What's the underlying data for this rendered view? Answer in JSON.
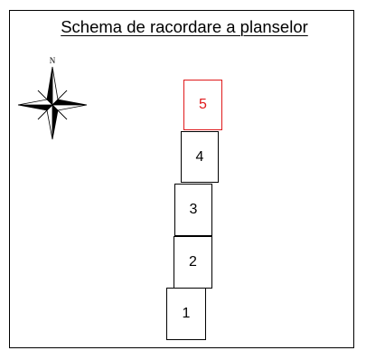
{
  "title": "Schema de racordare a planselor",
  "compass": {
    "north_label": "N",
    "icon": "compass-rose-icon"
  },
  "sheets": [
    {
      "number": "1",
      "highlighted": false
    },
    {
      "number": "2",
      "highlighted": false
    },
    {
      "number": "3",
      "highlighted": false
    },
    {
      "number": "4",
      "highlighted": false
    },
    {
      "number": "5",
      "highlighted": true
    }
  ],
  "colors": {
    "frame": "#000000",
    "sheet_border": "#000000",
    "highlight": "#e0191b"
  }
}
